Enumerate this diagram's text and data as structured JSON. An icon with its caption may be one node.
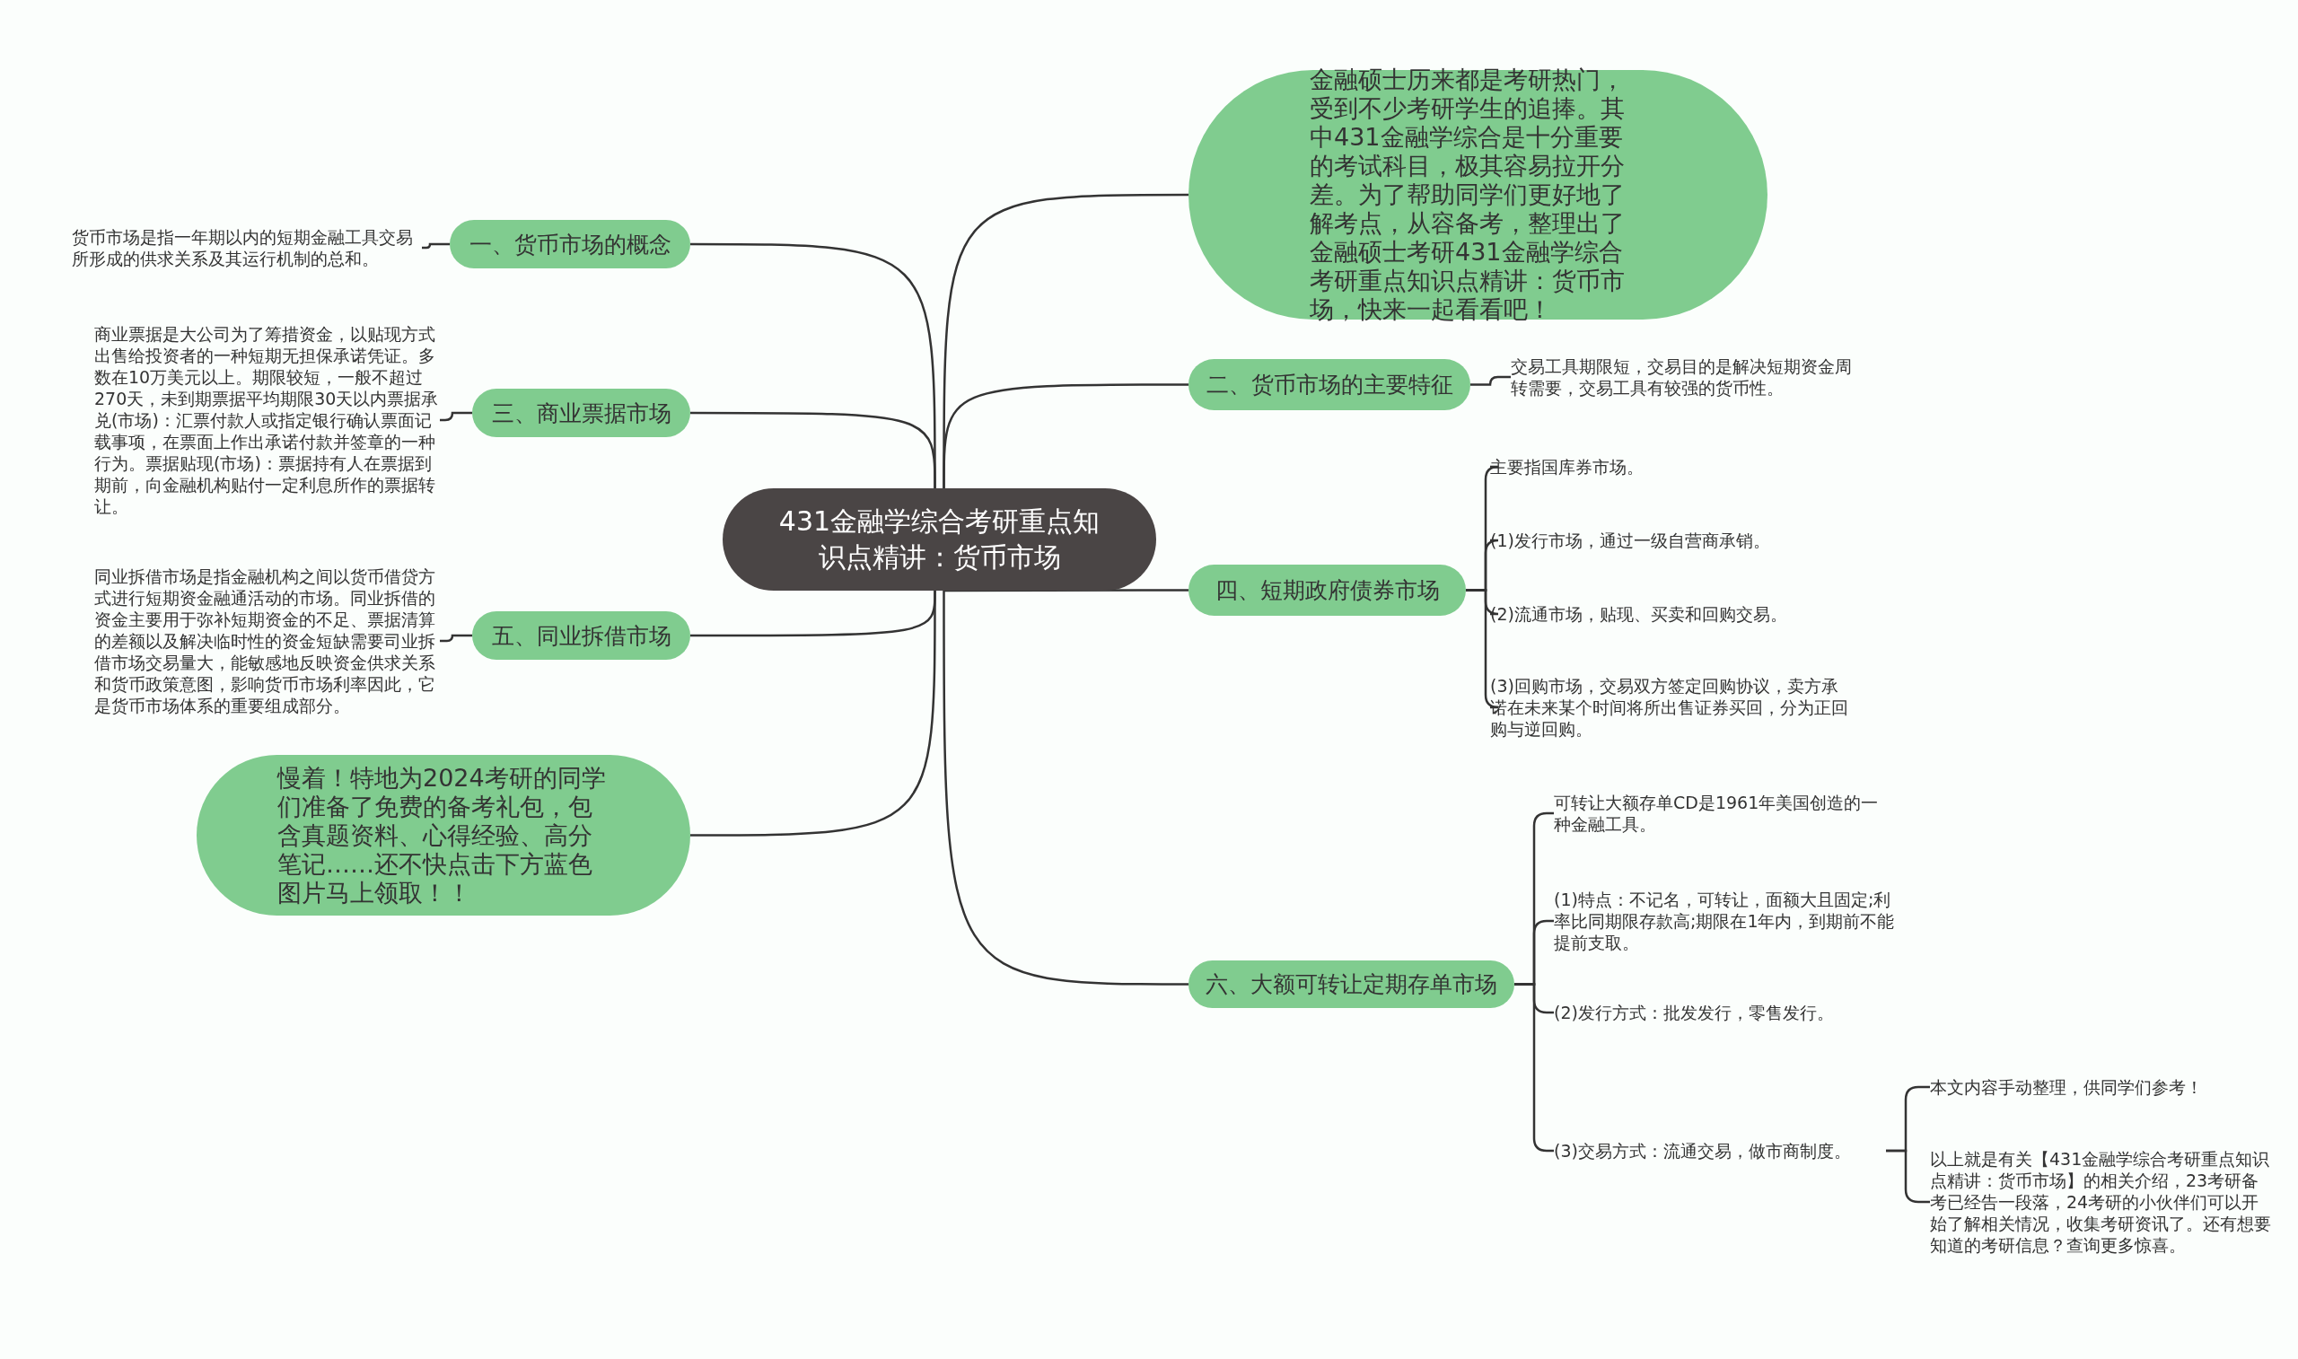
{
  "diagram": {
    "nodes": [
      {
        "text": [
          "431金融学综合考研重点知识点精讲：货币市场"
        ]
      },
      {
        "text": [
          "金融硕士历来都是考研热门，受到不少考研学生的追捧。其中431金融学综合是十分重要的考试科目，极其容易拉开分差。为了帮助同学们更好地了解考点，从容备考，整理出了金融硕士考研431金融学综合考研重点知识点精讲：货币市场，快来一起看看吧！"
        ]
      },
      {
        "text": [
          "二、货币市场的主要特征"
        ]
      },
      {
        "text": [
          "交易工具期限短，交易目的是解决短期资金周转需要，交易工具有较强的货币性。"
        ]
      },
      {
        "text": [
          "四、短期政府债券市场"
        ]
      },
      {
        "text": [
          "主要指国库券市场。"
        ]
      },
      {
        "text": [
          "(1)发行市场，通过一级自营商承销。"
        ]
      },
      {
        "text": [
          "(2)流通市场，贴现、买卖和回购交易。"
        ]
      },
      {
        "text": [
          "(3)回购市场，交易双方签定回购协议，卖方承诺在未来某个时间将所出售证券买回，分为正回购与逆回购。"
        ]
      },
      {
        "text": [
          "六、大额可转让定期存单市场"
        ]
      },
      {
        "text": [
          "可转让大额存单CD是1961年美国创造的一种金融工具。"
        ]
      },
      {
        "text": [
          "(1)特点：不记名，可转让，面额大且固定;利率比同期限存款高;期限在1年内，到期前不能提前支取。"
        ]
      },
      {
        "text": [
          "(2)发行方式：批发发行，零售发行。"
        ]
      },
      {
        "text": [
          "(3)交易方式：流通交易，做市商制度。"
        ]
      },
      {
        "text": [
          "本文内容手动整理，供同学们参考！"
        ]
      },
      {
        "text": [
          "以上就是有关【431金融学综合考研重点知识点精讲：货币市场】的相关介绍，23考研备考已经告一段落，24考研的小伙伴们可以开始了解相关情况，收集考研资讯了。还有想要知道的考研信息？查询更多惊喜。"
        ]
      },
      {
        "text": [
          "一、货币市场的概念"
        ]
      },
      {
        "text": [
          "货币市场是指一年期以内的短期金融工具交易所形成的供求关系及其运行机制的总和。"
        ]
      },
      {
        "text": [
          "三、商业票据市场"
        ]
      },
      {
        "text": [
          "商业票据是大公司为了筹措资金，以贴现方式出售给投资者的一种短期无担保承诺凭证。多数在10万美元以上。期限较短，一般不超过270天，未到期票据平均期限30天以内票据承兑(市场)：汇票付款人或指定银行确认票面记载事项，在票面上作出承诺付款并签章的一种行为。票据贴现(市场)：票据持有人在票据到期前，向金融机构贴付一定利息所作的票据转让。"
        ]
      },
      {
        "text": [
          "五、同业拆借市场"
        ]
      },
      {
        "text": [
          "同业拆借市场是指金融机构之间以货币借贷方式进行短期资金融通活动的市场。同业拆借的资金主要用于弥补短期资金的不足、票据清算的差额以及解决临时性的资金短缺需要司业拆借市场交易量大，能敏感地反映资金供求关系和货币政策意图，影响货币市场利率因此，它是货币市场体系的重要组成部分。"
        ]
      },
      {
        "text": [
          "慢着！特地为2024考研的同学们准备了免费的备考礼包，包含真题资料、心得经验、高分笔记……还不快点击下方蓝色图片马上领取！！"
        ]
      }
    ],
    "edges": [
      {
        "from": 0,
        "to": 1,
        "arrow": "none"
      },
      {
        "from": 0,
        "to": 2,
        "arrow": "none"
      },
      {
        "from": 2,
        "to": 3,
        "arrow": "none"
      },
      {
        "from": 0,
        "to": 4,
        "arrow": "none"
      },
      {
        "from": 4,
        "to": 5,
        "arrow": "none"
      },
      {
        "from": 4,
        "to": 6,
        "arrow": "none"
      },
      {
        "from": 4,
        "to": 7,
        "arrow": "none"
      },
      {
        "from": 4,
        "to": 8,
        "arrow": "none"
      },
      {
        "from": 0,
        "to": 9,
        "arrow": "none"
      },
      {
        "from": 9,
        "to": 10,
        "arrow": "none"
      },
      {
        "from": 9,
        "to": 11,
        "arrow": "none"
      },
      {
        "from": 9,
        "to": 12,
        "arrow": "none"
      },
      {
        "from": 9,
        "to": 13,
        "arrow": "none"
      },
      {
        "from": 13,
        "to": 14,
        "arrow": "none"
      },
      {
        "from": 13,
        "to": 15,
        "arrow": "none"
      },
      {
        "from": 0,
        "to": 16,
        "arrow": "none"
      },
      {
        "from": 16,
        "to": 17,
        "arrow": "none"
      },
      {
        "from": 0,
        "to": 18,
        "arrow": "none"
      },
      {
        "from": 18,
        "to": 19,
        "arrow": "none"
      },
      {
        "from": 0,
        "to": 20,
        "arrow": "none"
      },
      {
        "from": 20,
        "to": 21,
        "arrow": "none"
      },
      {
        "from": 0,
        "to": 22,
        "arrow": "none"
      }
    ]
  }
}
